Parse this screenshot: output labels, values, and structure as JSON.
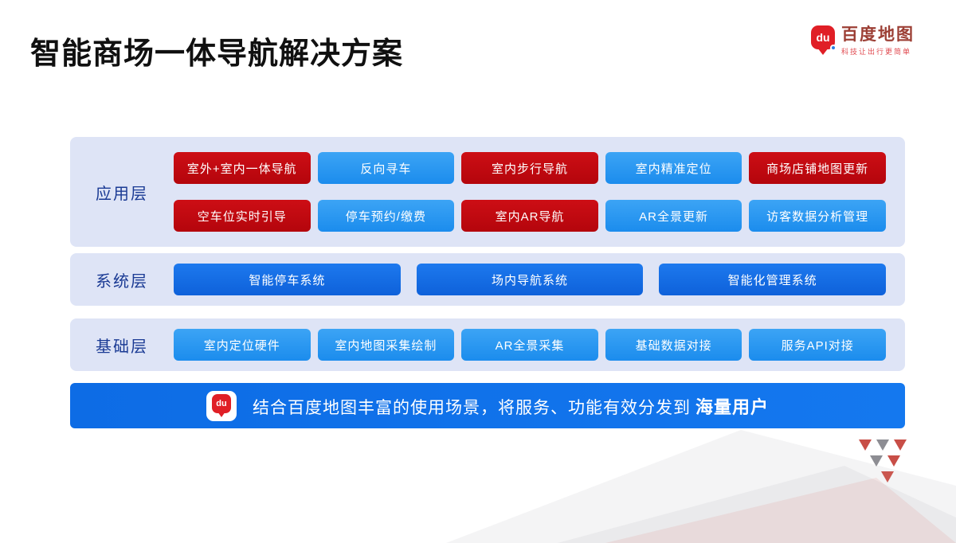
{
  "page": {
    "title": "智能商场一体导航解决方案"
  },
  "brand": {
    "name": "百度地图",
    "tagline": "科技让出行更简单",
    "logo_text": "du"
  },
  "layers": [
    {
      "id": "application",
      "label": "应用层",
      "rows": [
        [
          {
            "label": "室外+室内一体导航",
            "color": "red"
          },
          {
            "label": "反向寻车",
            "color": "blue"
          },
          {
            "label": "室内步行导航",
            "color": "red"
          },
          {
            "label": "室内精准定位",
            "color": "blue"
          },
          {
            "label": "商场店铺地图更新",
            "color": "red"
          }
        ],
        [
          {
            "label": "空车位实时引导",
            "color": "red"
          },
          {
            "label": "停车预约/缴费",
            "color": "blue"
          },
          {
            "label": "室内AR导航",
            "color": "red"
          },
          {
            "label": "AR全景更新",
            "color": "blue"
          },
          {
            "label": "访客数据分析管理",
            "color": "blue"
          }
        ]
      ]
    },
    {
      "id": "system",
      "label": "系统层",
      "rows": [
        [
          {
            "label": "智能停车系统",
            "color": "deep"
          },
          {
            "label": "场内导航系统",
            "color": "deep"
          },
          {
            "label": "智能化管理系统",
            "color": "deep"
          }
        ]
      ]
    },
    {
      "id": "foundation",
      "label": "基础层",
      "rows": [
        [
          {
            "label": "室内定位硬件",
            "color": "blue"
          },
          {
            "label": "室内地图采集绘制",
            "color": "blue"
          },
          {
            "label": "AR全景采集",
            "color": "blue"
          },
          {
            "label": "基础数据对接",
            "color": "blue"
          },
          {
            "label": "服务API对接",
            "color": "blue"
          }
        ]
      ]
    }
  ],
  "banner": {
    "text": "结合百度地图丰富的使用场景，将服务、功能有效分发到",
    "highlight": "海量用户",
    "logo_text": "du"
  },
  "colors": {
    "chip_red": "#bf070e",
    "chip_blue": "#2196ef",
    "chip_deep_blue": "#1268e2",
    "panel_bg": "#dee4f6",
    "layer_label": "#1a3a94",
    "banner_blue": "#0f6fe8",
    "brand_red": "#e01f26"
  }
}
